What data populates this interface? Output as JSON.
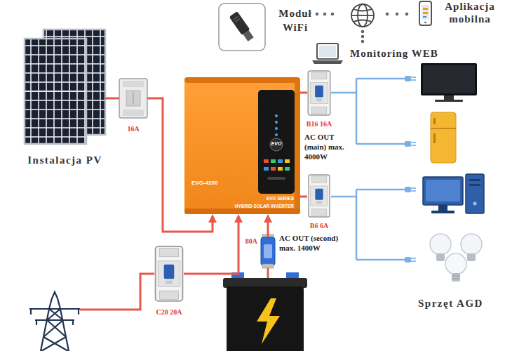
{
  "diagram": {
    "nodes": [
      {
        "text": [
          "Instalacja PV"
        ]
      },
      {
        "text": [
          "16A"
        ]
      },
      {
        "text": [
          "EVO-4200",
          "EVO SERIES",
          "HYBRID SOLAR INVERTER"
        ]
      },
      {
        "text": [
          "EVO"
        ],
        "in": 2
      },
      {
        "text": [
          "Moduł WiFi"
        ]
      },
      {
        "text": [
          "Aplikacja mobilna"
        ]
      },
      {
        "text": [
          "Monitoring WEB"
        ]
      },
      {
        "text": [
          "B16 16A"
        ]
      },
      {
        "text": [
          "B6 6A"
        ]
      },
      {
        "text": [
          "C20 20A"
        ]
      },
      {
        "text": [
          "80A"
        ]
      }
    ],
    "edges": [
      {
        "from": 0,
        "to": 1,
        "arrow": "none"
      },
      {
        "from": 1,
        "to": 2,
        "arrow": "to"
      },
      {
        "from": 2,
        "to": 7,
        "arrow": "none"
      },
      {
        "from": 2,
        "to": 8,
        "arrow": "none"
      },
      {
        "from": 9,
        "to": 2,
        "arrow": "to"
      },
      {
        "from": 10,
        "to": 2,
        "arrow": "to"
      }
    ],
    "labels": [
      "AC OUT (main) max. 4000W",
      "AC OUT (second) max. 1400W",
      "Sprzęt AGD"
    ]
  }
}
